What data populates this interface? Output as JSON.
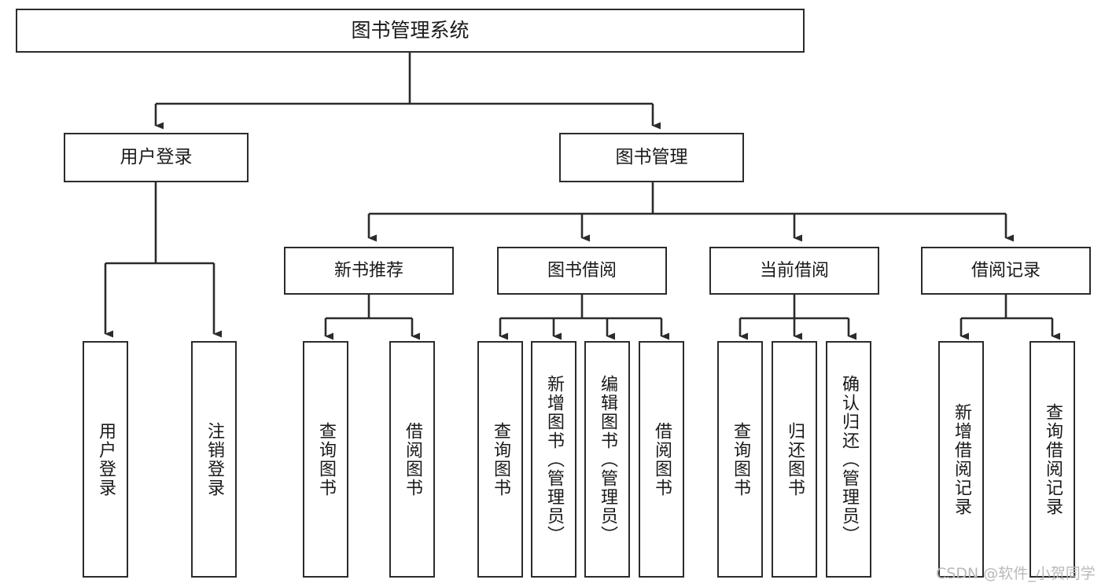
{
  "diagram": {
    "title": "图书管理系统",
    "type": "functional-structure-tree",
    "colors": {
      "box_border": "#2b2b2b",
      "box_fill": "#ffffff",
      "connector": "#2b2b2b",
      "text": "#1a1a1a",
      "watermark": "#b9b9b9",
      "background": "#ffffff"
    },
    "root": {
      "label": "图书管理系统"
    },
    "level1": [
      {
        "label": "用户登录"
      },
      {
        "label": "图书管理"
      }
    ],
    "level2": [
      {
        "label": "新书推荐"
      },
      {
        "label": "图书借阅"
      },
      {
        "label": "当前借阅"
      },
      {
        "label": "借阅记录"
      }
    ],
    "leaves": [
      {
        "label": "用户登录",
        "parent": "用户登录"
      },
      {
        "label": "注销登录",
        "parent": "用户登录"
      },
      {
        "label": "查询图书",
        "parent": "新书推荐"
      },
      {
        "label": "借阅图书",
        "parent": "新书推荐"
      },
      {
        "label": "查询图书",
        "parent": "图书借阅"
      },
      {
        "label": "新增图书（管理员）",
        "parent": "图书借阅"
      },
      {
        "label": "编辑图书（管理员）",
        "parent": "图书借阅"
      },
      {
        "label": "借阅图书",
        "parent": "图书借阅"
      },
      {
        "label": "查询图书",
        "parent": "当前借阅"
      },
      {
        "label": "归还图书",
        "parent": "当前借阅"
      },
      {
        "label": "确认归还（管理员）",
        "parent": "当前借阅"
      },
      {
        "label": "新增借阅记录",
        "parent": "借阅记录"
      },
      {
        "label": "查询借阅记录",
        "parent": "借阅记录"
      }
    ]
  },
  "watermark": {
    "text": "CSDN @软件_小贺同学"
  }
}
